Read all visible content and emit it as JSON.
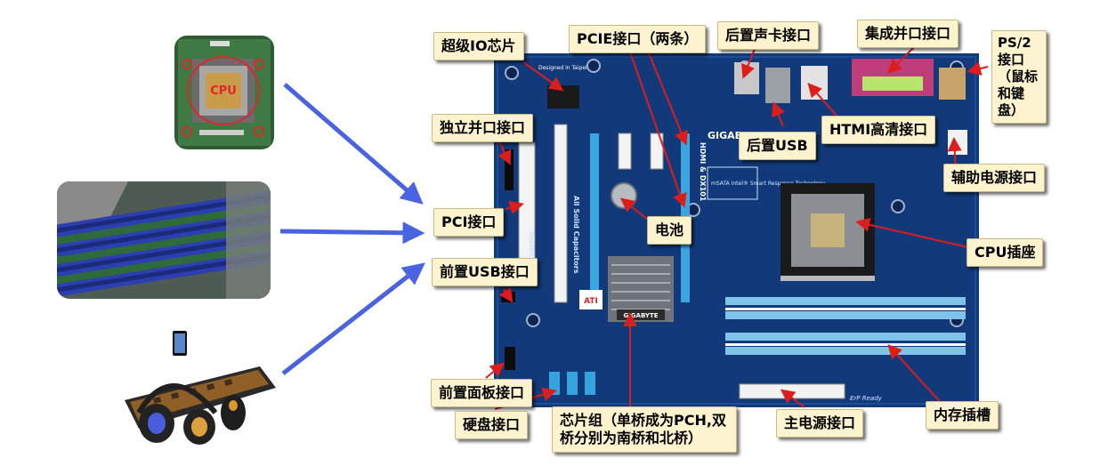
{
  "photos": {
    "cpu_chip_text": "CPU"
  },
  "board": {
    "brand": "GIGABYTE",
    "designed": "Designed in Taipei",
    "solid_caps": "All Solid Capacitors",
    "dualbios": "DualBIOS",
    "hdmi": "HDMI & DX101",
    "msata": "mSATA\nIntel®\nSmart Response\nTechnology",
    "chipset_brand": "GIGABYTE",
    "ati": "ATI",
    "erp": "ErP Ready"
  },
  "labels": {
    "super_io": "超级IO芯片",
    "pcie": "PCIE接口（两条）",
    "rear_audio": "后置声卡接口",
    "parallel_integrated": "集成并口接口",
    "ps2": "PS/2接口（鼠标和键盘）",
    "parallel_standalone": "独立并口接口",
    "rear_usb": "后置USB",
    "hdmi": "HTMI高清接口",
    "aux_power": "辅助电源接口",
    "pci": "PCI接口",
    "battery": "电池",
    "cpu_socket": "CPU插座",
    "front_usb": "前置USB接口",
    "front_panel": "前置面板接口",
    "sata": "硬盘接口",
    "chipset": "芯片组（单桥成为PCH,双桥分别为南桥和北桥）",
    "main_power": "主电源接口",
    "ram_slot": "内存插槽"
  },
  "colors": {
    "callout_bg": "#fdf3ce",
    "arrow_red": "#dd1c1c",
    "arrow_blue": "#4a63e0",
    "board_blue": "#123a7a",
    "slot_light_blue": "#7fc3ea"
  }
}
